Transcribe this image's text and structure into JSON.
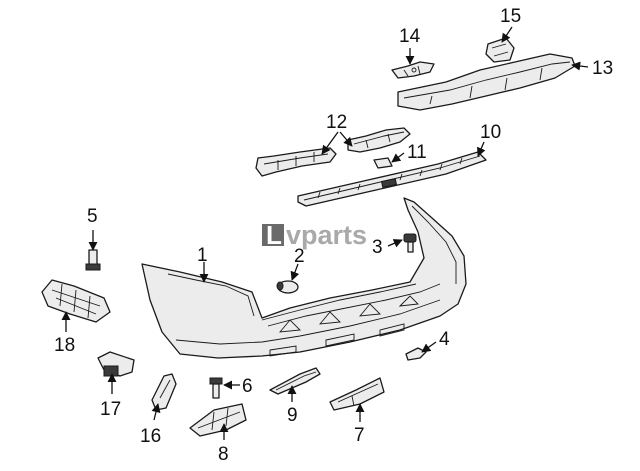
{
  "watermark": {
    "logo": "L",
    "text": "vparts"
  },
  "callouts": {
    "c1": "1",
    "c2": "2",
    "c3": "3",
    "c4": "4",
    "c5": "5",
    "c6": "6",
    "c7": "7",
    "c8": "8",
    "c9": "9",
    "c10": "10",
    "c11": "11",
    "c12": "12",
    "c13": "13",
    "c14": "14",
    "c15": "15",
    "c16": "16",
    "c17": "17",
    "c18": "18"
  }
}
